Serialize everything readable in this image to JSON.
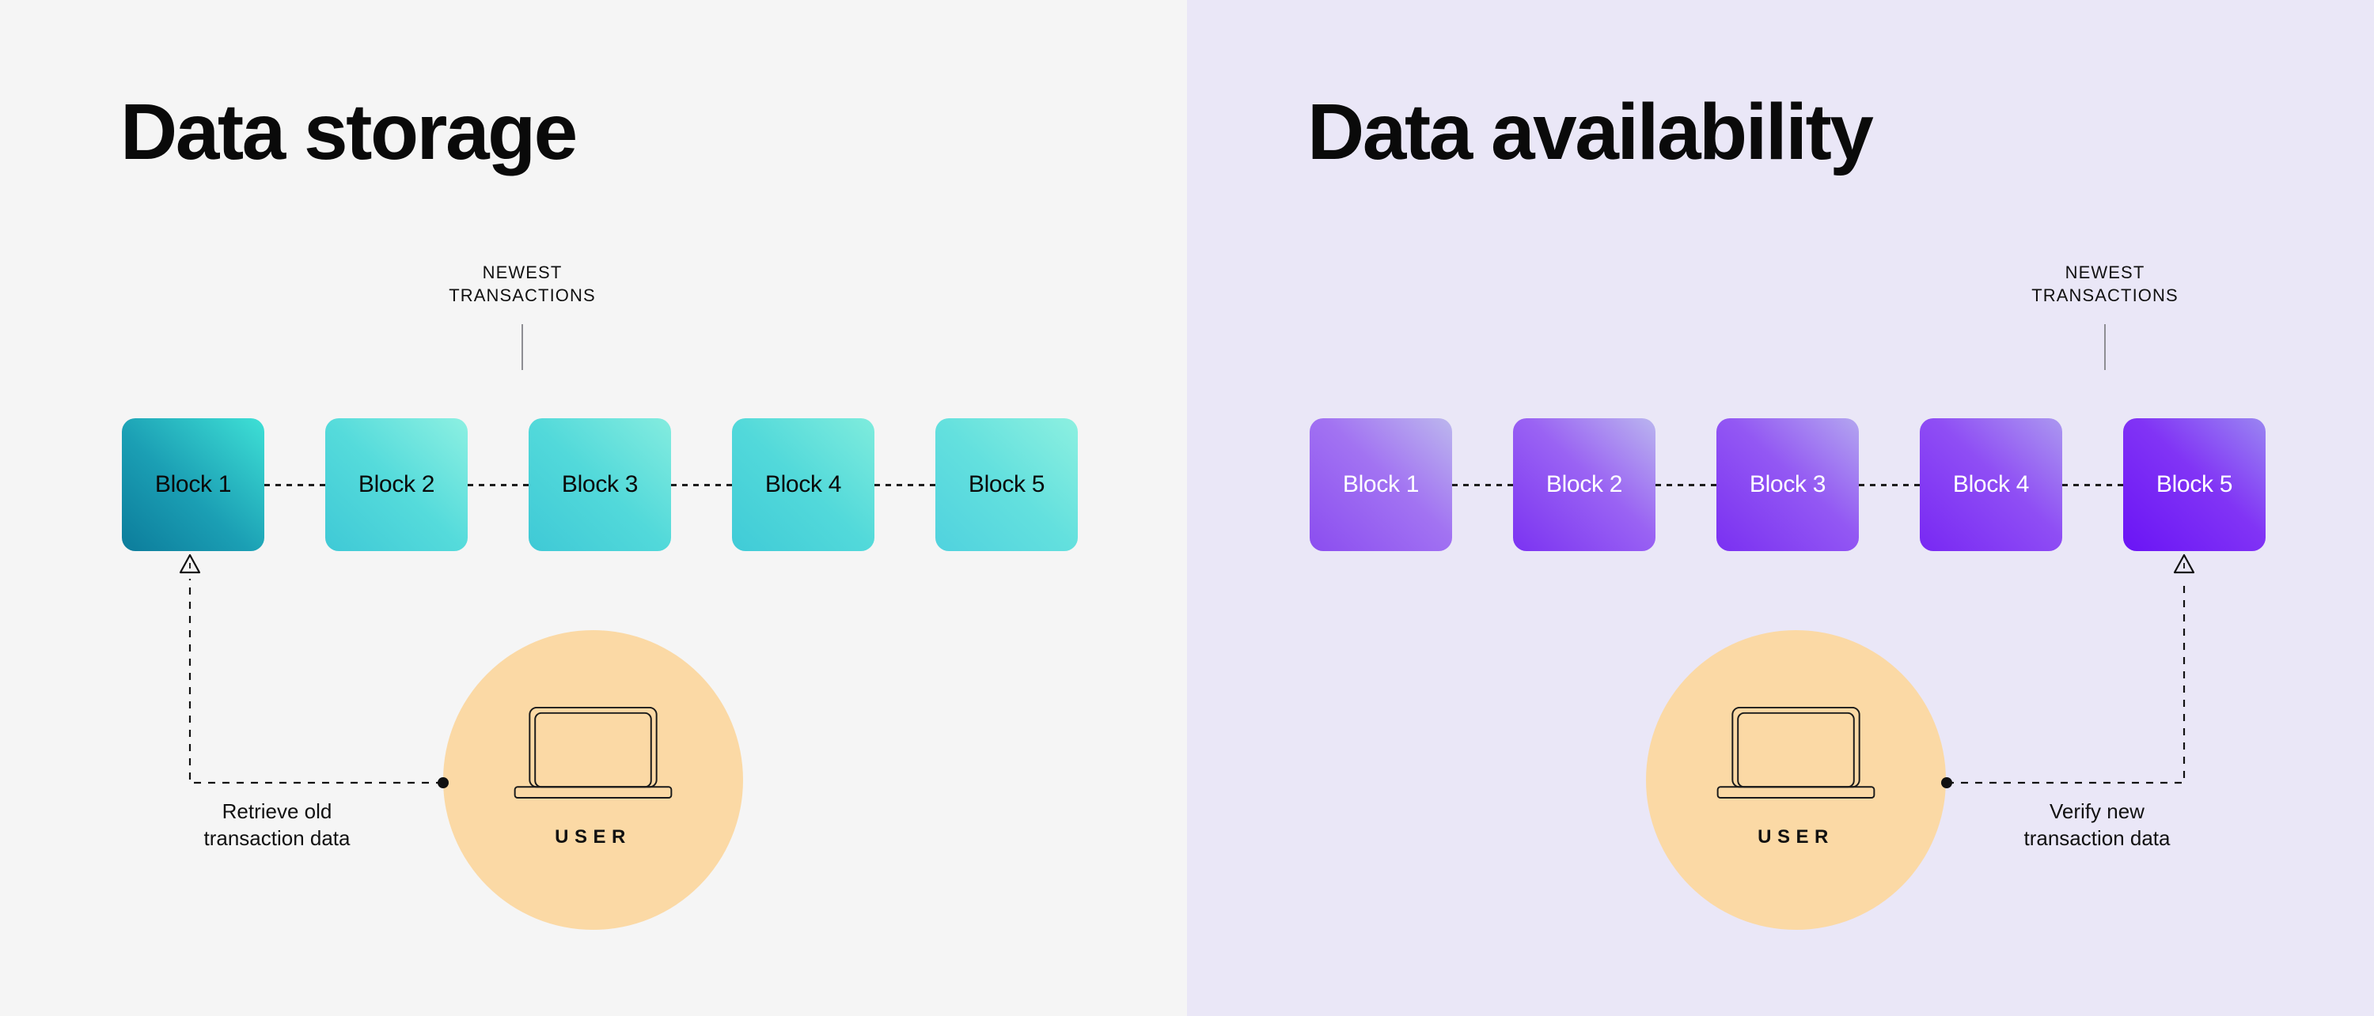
{
  "panels": [
    {
      "id": "data-storage",
      "title": "Data storage",
      "background": "#f5f5f5",
      "blocks": [
        {
          "label": "Block 1",
          "gradient_from": "#0c7c9b",
          "gradient_to": "#3fe0d6",
          "text_color": "#0a0a0a"
        },
        {
          "label": "Block 2",
          "gradient_from": "#3fc9d6",
          "gradient_to": "#8df0e2",
          "text_color": "#0a0a0a"
        },
        {
          "label": "Block 3",
          "gradient_from": "#3fc9d6",
          "gradient_to": "#84ecdf",
          "text_color": "#0a0a0a"
        },
        {
          "label": "Block 4",
          "gradient_from": "#40cbd7",
          "gradient_to": "#7fecdd",
          "text_color": "#0a0a0a"
        },
        {
          "label": "Block 5",
          "gradient_from": "#50d2de",
          "gradient_to": "#8df0e0",
          "text_color": "#0a0a0a"
        }
      ],
      "newest_label": "NEWEST\nTRANSACTIONS",
      "newest_target_block": "Block 5",
      "user": {
        "label": "USER",
        "icon": "laptop-icon",
        "circle_color": "#fbd9a5"
      },
      "flow": {
        "caption": "Retrieve old\ntransaction data",
        "direction": "user-to-block-1",
        "arrowhead": "hollow-triangle-up",
        "origin_marker": "filled-dot"
      }
    },
    {
      "id": "data-availability",
      "title": "Data availability",
      "background": "#eae7f7",
      "blocks": [
        {
          "label": "Block 1",
          "gradient_from": "#8b4df0",
          "gradient_to": "#b9b6ee",
          "text_color": "#ffffff"
        },
        {
          "label": "Block 2",
          "gradient_from": "#7b33f2",
          "gradient_to": "#bab5ef",
          "text_color": "#ffffff"
        },
        {
          "label": "Block 3",
          "gradient_from": "#7a30f2",
          "gradient_to": "#b3a6f0",
          "text_color": "#ffffff"
        },
        {
          "label": "Block 4",
          "gradient_from": "#7828f3",
          "gradient_to": "#ab98f0",
          "text_color": "#ffffff"
        },
        {
          "label": "Block 5",
          "gradient_from": "#6a14f5",
          "gradient_to": "#9a86f2",
          "text_color": "#ffffff"
        }
      ],
      "newest_label": "NEWEST\nTRANSACTIONS",
      "newest_target_block": "Block 5",
      "user": {
        "label": "USER",
        "icon": "laptop-icon",
        "circle_color": "#fbd9a5"
      },
      "flow": {
        "caption": "Verify new\ntransaction data",
        "direction": "user-to-block-5",
        "arrowhead": "hollow-triangle-up",
        "origin_marker": "filled-dot"
      }
    }
  ]
}
